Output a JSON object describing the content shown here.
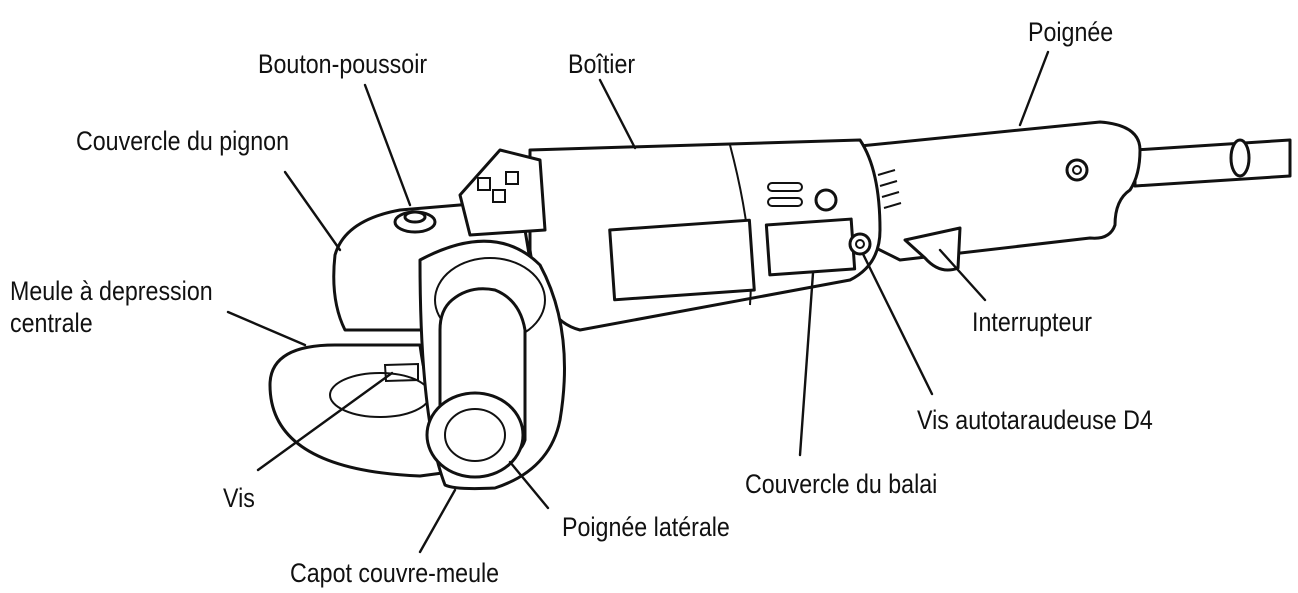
{
  "labels": {
    "poignee": "Poignée",
    "bouton_poussoir": "Bouton-poussoir",
    "boitier": "Boîtier",
    "couvercle_pignon": "Couvercle du pignon",
    "meule": "Meule à depression\ncentrale",
    "interrupteur": "Interrupteur",
    "vis_autotaraudeuse": "Vis autotaraudeuse D4",
    "vis": "Vis",
    "couvercle_balai": "Couvercle du balai",
    "poignee_laterale": "Poignée latérale",
    "capot": "Capot couvre-meule"
  }
}
